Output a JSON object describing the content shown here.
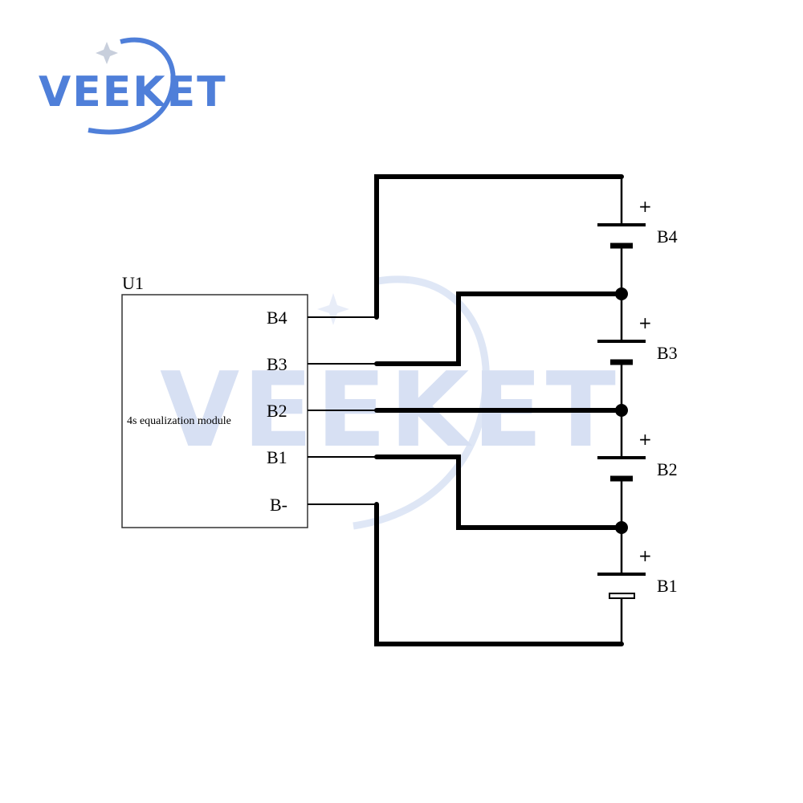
{
  "logo": {
    "text": "VEEKET",
    "color": "#4f7fd9",
    "watermark_color": "#c9d6f0"
  },
  "module": {
    "designator": "U1",
    "description": "4s equalization module",
    "pins": [
      "B4",
      "B3",
      "B2",
      "B1",
      "B-"
    ]
  },
  "cells": [
    {
      "label": "B4",
      "polarity": "+"
    },
    {
      "label": "B3",
      "polarity": "+"
    },
    {
      "label": "B2",
      "polarity": "+"
    },
    {
      "label": "B1",
      "polarity": "+"
    }
  ],
  "colors": {
    "wire": "#000000",
    "box": "#333333"
  }
}
